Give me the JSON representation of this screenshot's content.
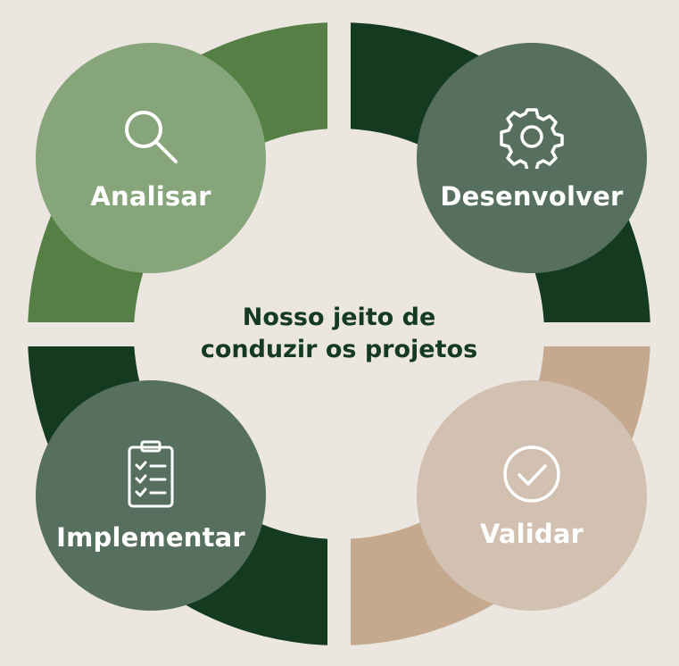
{
  "title_lines": [
    "Nosso jeito de",
    "conduzir os projetos"
  ],
  "steps": [
    {
      "label": "Analisar",
      "icon": "search-icon",
      "color": "#87a57b",
      "arc_color": "#557f45"
    },
    {
      "label": "Desenvolver",
      "icon": "gear-icon",
      "color": "#566f5f",
      "arc_color": "#143a20"
    },
    {
      "label": "Validar",
      "icon": "check-circle-icon",
      "color": "#d2c0b0",
      "arc_color": "#c4a98e"
    },
    {
      "label": "Implementar",
      "icon": "clipboard-checklist-icon",
      "color": "#566f5f",
      "arc_color": "#143a20"
    }
  ],
  "background": "#ebe7e0"
}
